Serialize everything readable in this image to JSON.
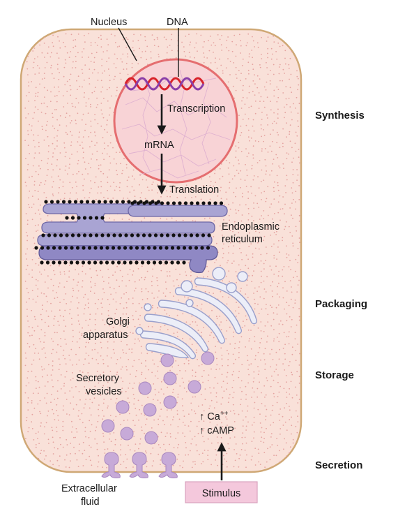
{
  "labels": {
    "nucleus": "Nucleus",
    "dna": "DNA",
    "transcription": "Transcription",
    "mrna": "mRNA",
    "translation": "Translation",
    "er_line1": "Endoplasmic",
    "er_line2": "reticulum",
    "golgi_line1": "Golgi",
    "golgi_line2": "apparatus",
    "vesicles_line1": "Secretory",
    "vesicles_line2": "vesicles",
    "ca": "↑ Ca",
    "ca_sup": "++",
    "camp": "↑ cAMP",
    "extracellular_line1": "Extracellular",
    "extracellular_line2": "fluid",
    "stimulus": "Stimulus"
  },
  "stages": {
    "synthesis": "Synthesis",
    "packaging": "Packaging",
    "storage": "Storage",
    "secretion": "Secretion"
  },
  "colors": {
    "cytoplasm": "#f9e1d9",
    "cell_border": "#cfa875",
    "nucleus_fill": "#f8d3d6",
    "nucleus_border": "#e56e70",
    "dna_strand_a": "#d8232a",
    "dna_strand_b": "#8a3fa8",
    "stimulus_box": "#f4c8dc",
    "er": "#a9a4d3",
    "vesicle": "#c7aad8"
  }
}
